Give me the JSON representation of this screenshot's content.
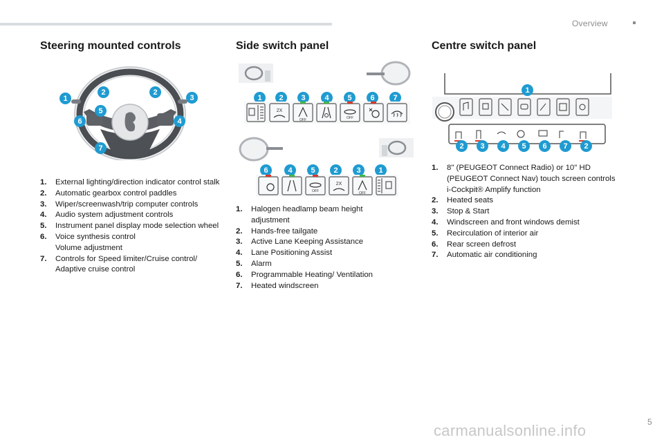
{
  "header": {
    "section": "Overview"
  },
  "page_number": "5",
  "watermark": "carmanualsonline.info",
  "columns": {
    "steering": {
      "title": "Steering mounted controls",
      "badges": [
        "1",
        "2",
        "2",
        "3",
        "5",
        "6",
        "4",
        "7"
      ],
      "items": [
        {
          "num": "1.",
          "text": "External lighting/direction indicator control stalk"
        },
        {
          "num": "2.",
          "text": "Automatic gearbox control paddles"
        },
        {
          "num": "3.",
          "text": "Wiper/screenwash/trip computer controls"
        },
        {
          "num": "4.",
          "text": "Audio system adjustment controls"
        },
        {
          "num": "5.",
          "text": "Instrument panel display mode selection wheel"
        },
        {
          "num": "6.",
          "text": "Voice synthesis control"
        },
        {
          "num": "",
          "text": "Volume adjustment"
        },
        {
          "num": "7.",
          "text": "Controls for Speed limiter/Cruise control/ Adaptive cruise control"
        }
      ]
    },
    "side": {
      "title": "Side switch panel",
      "badges_top": [
        "1",
        "2",
        "3",
        "4",
        "5",
        "6",
        "7"
      ],
      "badges_bottom": [
        "6",
        "4",
        "5",
        "2",
        "3",
        "1"
      ],
      "items": [
        {
          "num": "1.",
          "text": "Halogen headlamp beam height adjustment"
        },
        {
          "num": "2.",
          "text": "Hands-free tailgate"
        },
        {
          "num": "3.",
          "text": "Active Lane Keeping Assistance"
        },
        {
          "num": "4.",
          "text": "Lane Positioning Assist"
        },
        {
          "num": "5.",
          "text": "Alarm"
        },
        {
          "num": "6.",
          "text": "Programmable Heating/ Ventilation"
        },
        {
          "num": "7.",
          "text": "Heated windscreen"
        }
      ]
    },
    "centre": {
      "title": "Centre switch panel",
      "badge_top": "1",
      "badges_bottom": [
        "2",
        "3",
        "4",
        "5",
        "6",
        "7",
        "2"
      ],
      "items": [
        {
          "num": "1.",
          "text": "8\" (PEUGEOT Connect Radio) or 10\" HD (PEUGEOT Connect Nav) touch screen controls"
        },
        {
          "num": "",
          "text": "i-Cockpit® Amplify function"
        },
        {
          "num": "2.",
          "text": "Heated seats"
        },
        {
          "num": "3.",
          "text": "Stop & Start"
        },
        {
          "num": "4.",
          "text": "Windscreen and front windows demist"
        },
        {
          "num": "5.",
          "text": "Recirculation of interior air"
        },
        {
          "num": "6.",
          "text": "Rear screen defrost"
        },
        {
          "num": "7.",
          "text": "Automatic air conditioning"
        }
      ]
    }
  },
  "switch_labels": {
    "two_x": "2X",
    "off": "OFF"
  },
  "colors": {
    "badge": "#1f9bd1",
    "indicator_red": "#d9372b",
    "indicator_green": "#45b649"
  }
}
